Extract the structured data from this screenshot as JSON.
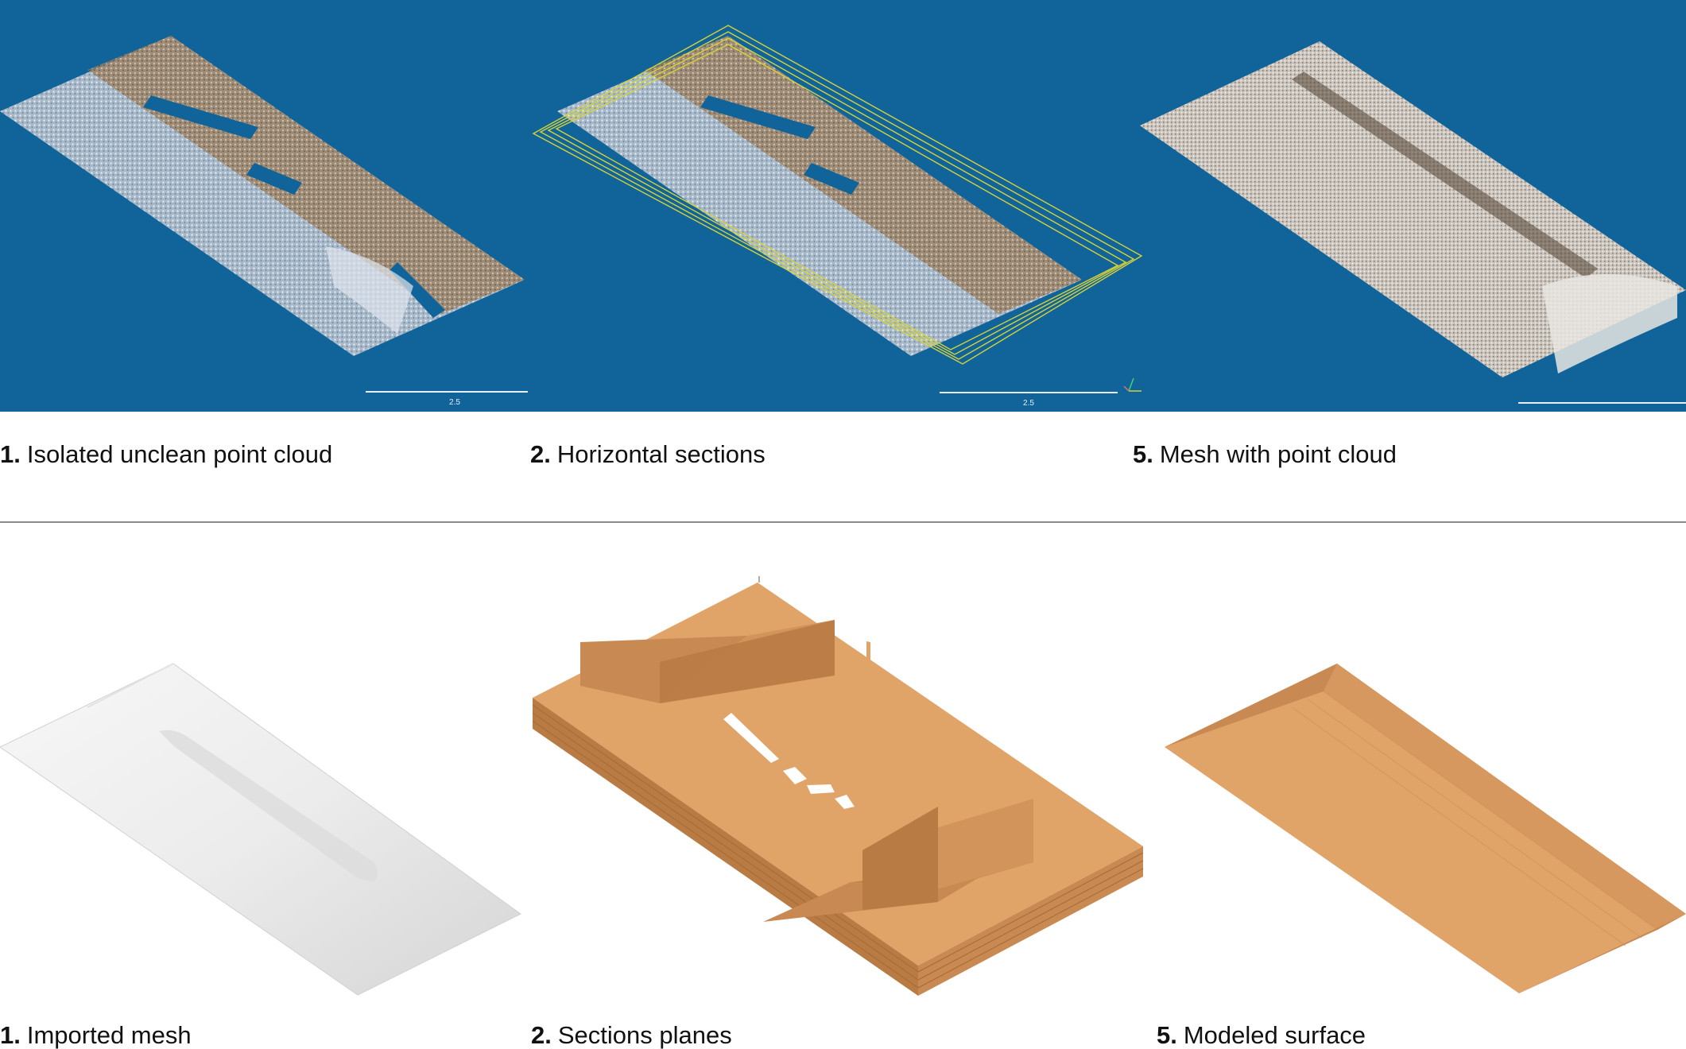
{
  "top": {
    "panels": [
      {
        "num": "1.",
        "title": "Isolated unclean point cloud",
        "scale_label": "2.5"
      },
      {
        "num": "2.",
        "title": "Horizontal sections",
        "scale_label": "2.5"
      },
      {
        "num": "5.",
        "title": "Mesh with point cloud",
        "scale_label": ""
      }
    ],
    "background": "#10649a"
  },
  "bottom": {
    "panels": [
      {
        "num": "1.",
        "title": "Imported mesh"
      },
      {
        "num": "2.",
        "title": "Sections planes"
      },
      {
        "num": "5.",
        "title": "Modeled surface"
      }
    ],
    "model_color": "#e0a368"
  }
}
